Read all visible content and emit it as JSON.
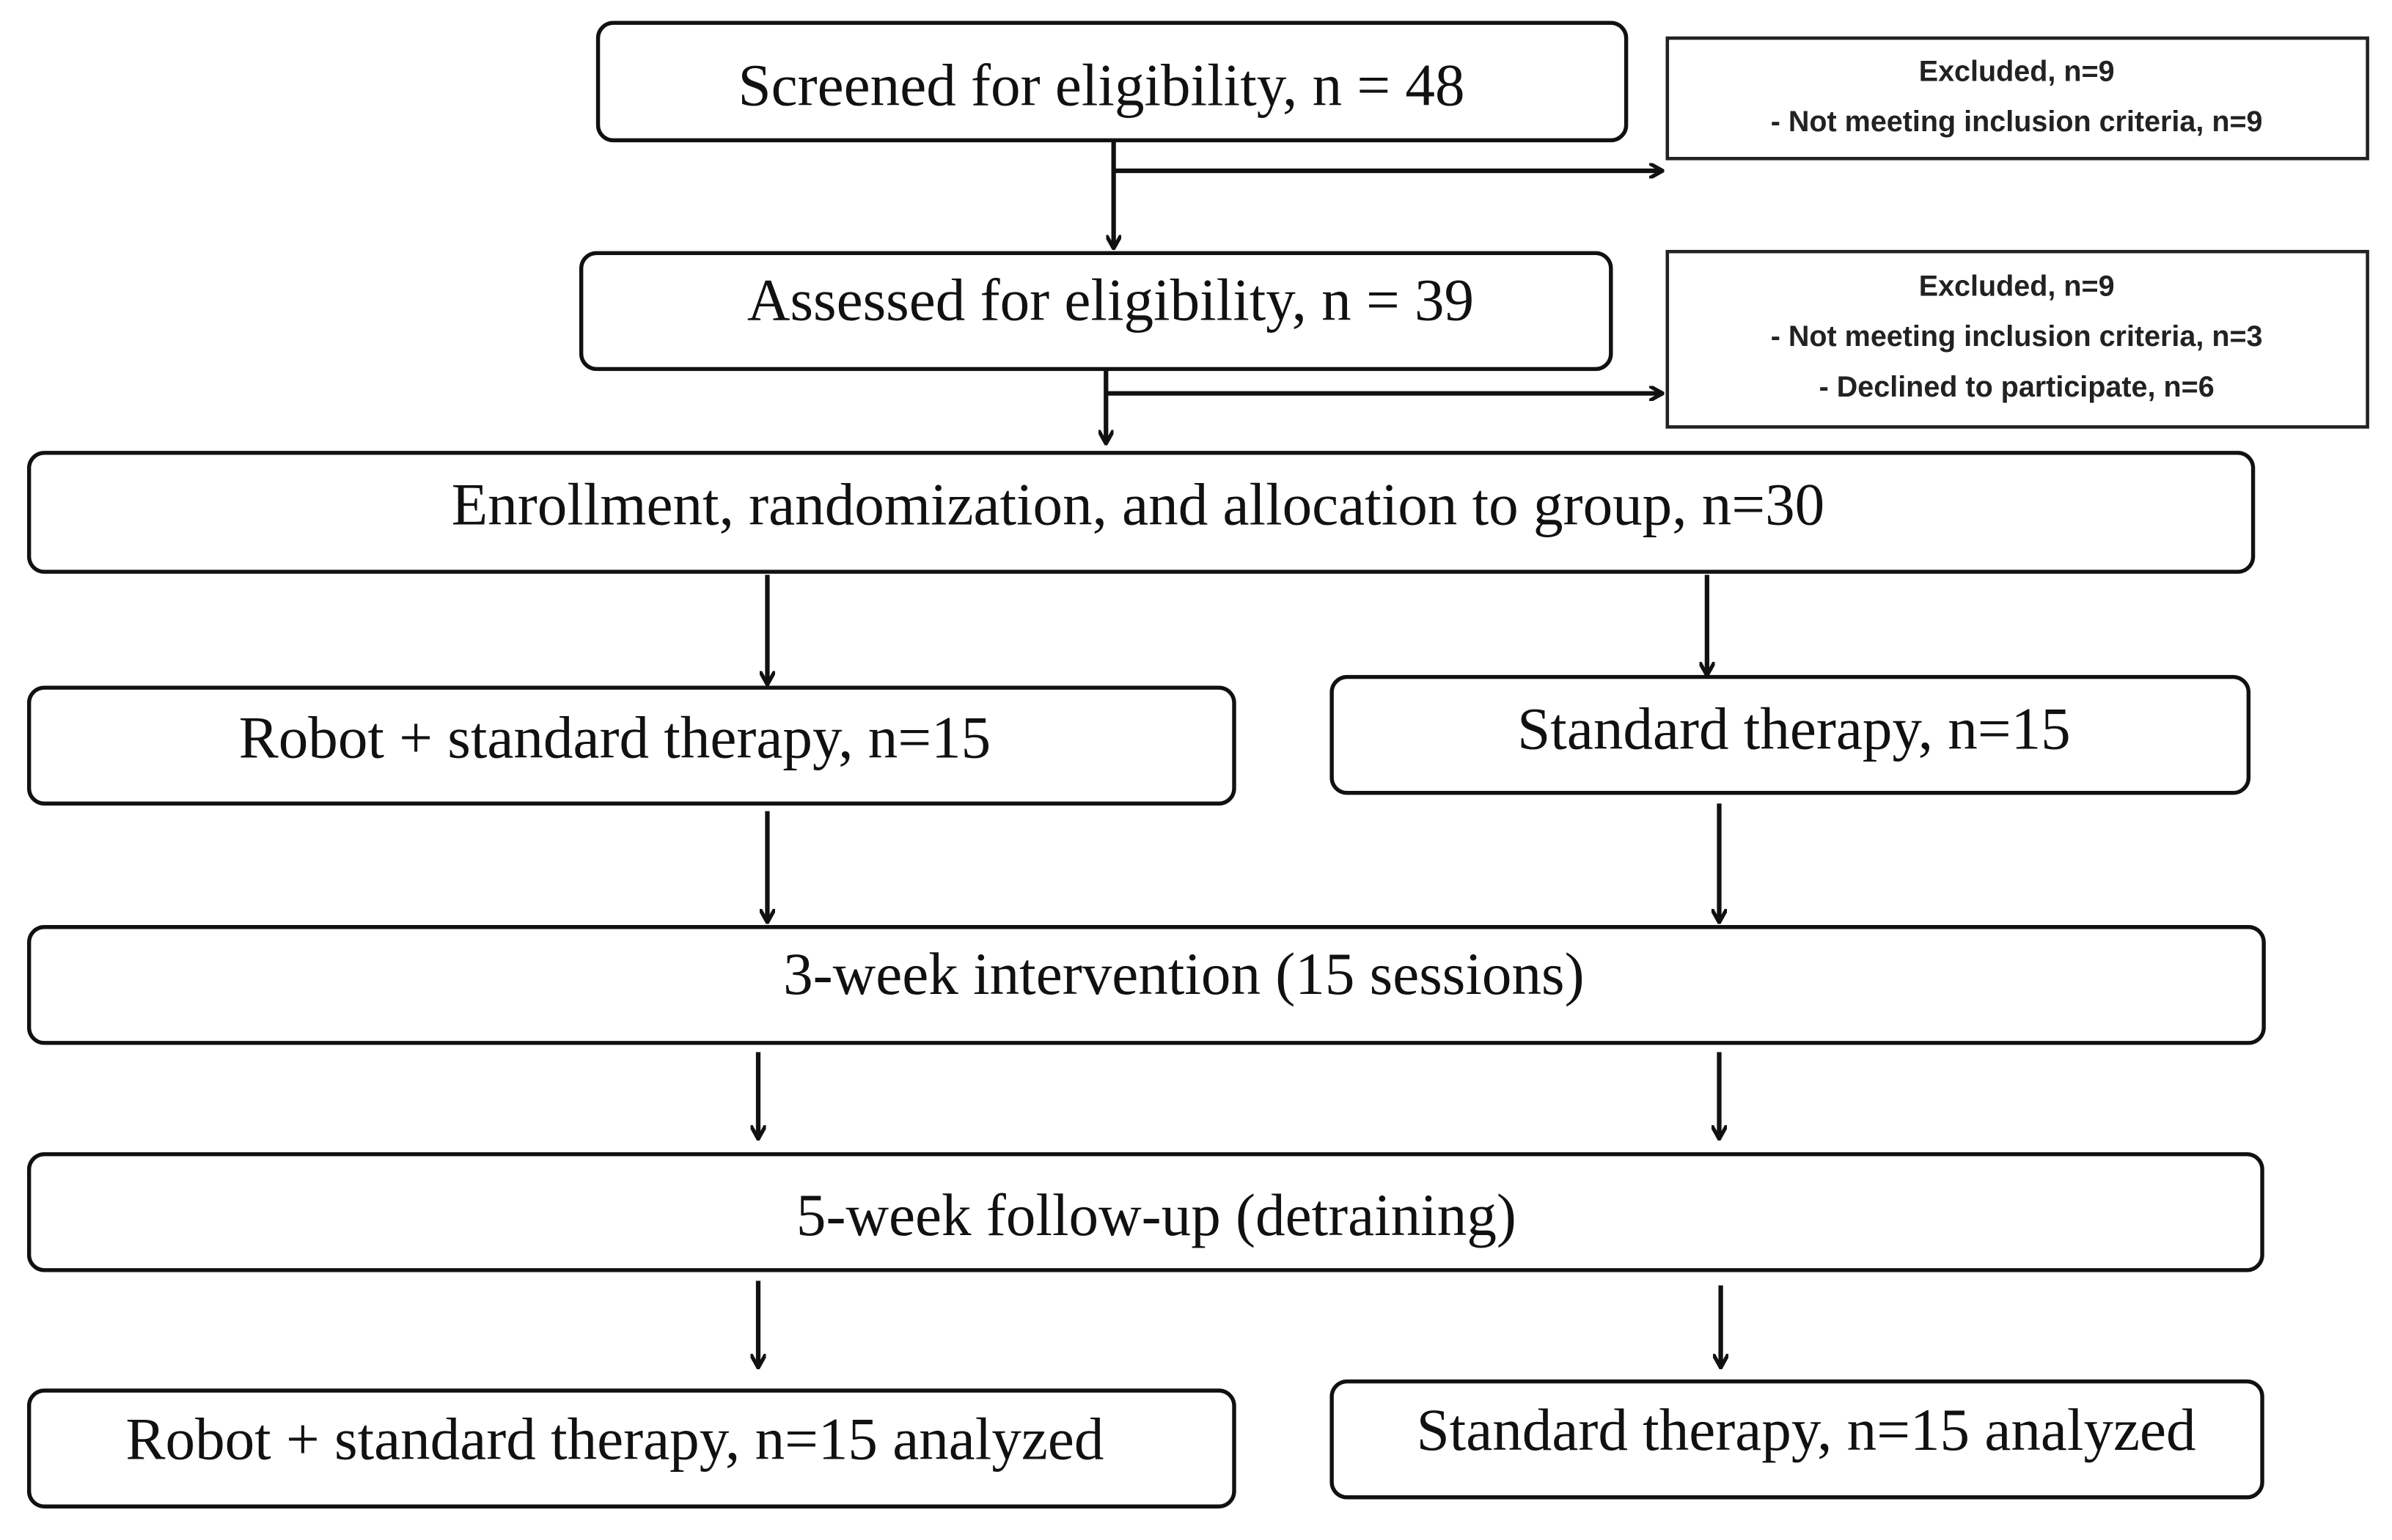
{
  "screened": "Screened for eligibility, n = 48",
  "excluded1": {
    "title": "Excluded, n=9",
    "lines": [
      "- Not meeting inclusion criteria, n=9"
    ]
  },
  "assessed": "Assessed for eligibility, n = 39",
  "excluded2": {
    "title": "Excluded, n=9",
    "lines": [
      "- Not meeting inclusion criteria, n=3",
      "- Declined to participate, n=6"
    ]
  },
  "enrollment": "Enrollment, randomization, and allocation to group, n=30",
  "robot_group": "Robot + standard therapy, n=15",
  "standard_group": "Standard therapy, n=15",
  "intervention": "3-week intervention (15 sessions)",
  "followup": "5-week follow-up (detraining)",
  "robot_analyzed": "Robot + standard therapy, n=15 analyzed",
  "standard_analyzed": "Standard therapy, n=15 analyzed"
}
